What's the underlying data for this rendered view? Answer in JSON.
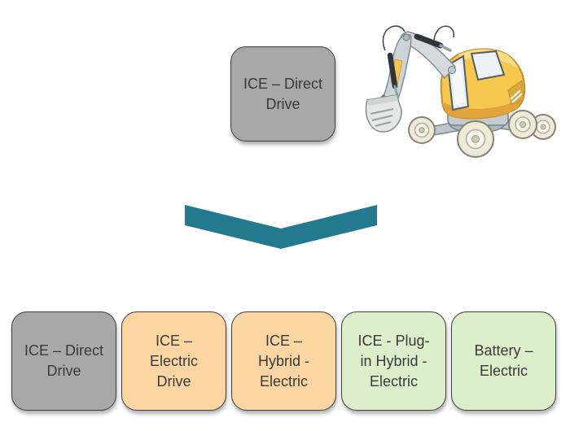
{
  "slide": {
    "background": "#FFFFFF",
    "top_box": {
      "label": "ICE – Direct\nDrive",
      "fill": "#A8A8A8"
    },
    "chevron": {
      "direction": "down",
      "color": "#23798E"
    },
    "illustration": {
      "name": "wheeled-excavator",
      "body_color": "#F6C84E",
      "arm_color": "#CDD3D6",
      "wheel_color": "#EFE9DA"
    },
    "bottom_boxes": [
      {
        "label": "ICE – Direct\nDrive",
        "fill": "#A8A8A8"
      },
      {
        "label": "ICE –\nElectric\nDrive",
        "fill": "#FBD6A2"
      },
      {
        "label": "ICE –\nHybrid -\nElectric",
        "fill": "#FBD6A2"
      },
      {
        "label": "ICE - Plug-\nin Hybrid -\nElectric",
        "fill": "#DDEECB"
      },
      {
        "label": "Battery –\nElectric",
        "fill": "#DDEECB"
      }
    ],
    "colors": {
      "box_border": "#3F3F3F",
      "text": "#3A3A3A"
    }
  }
}
